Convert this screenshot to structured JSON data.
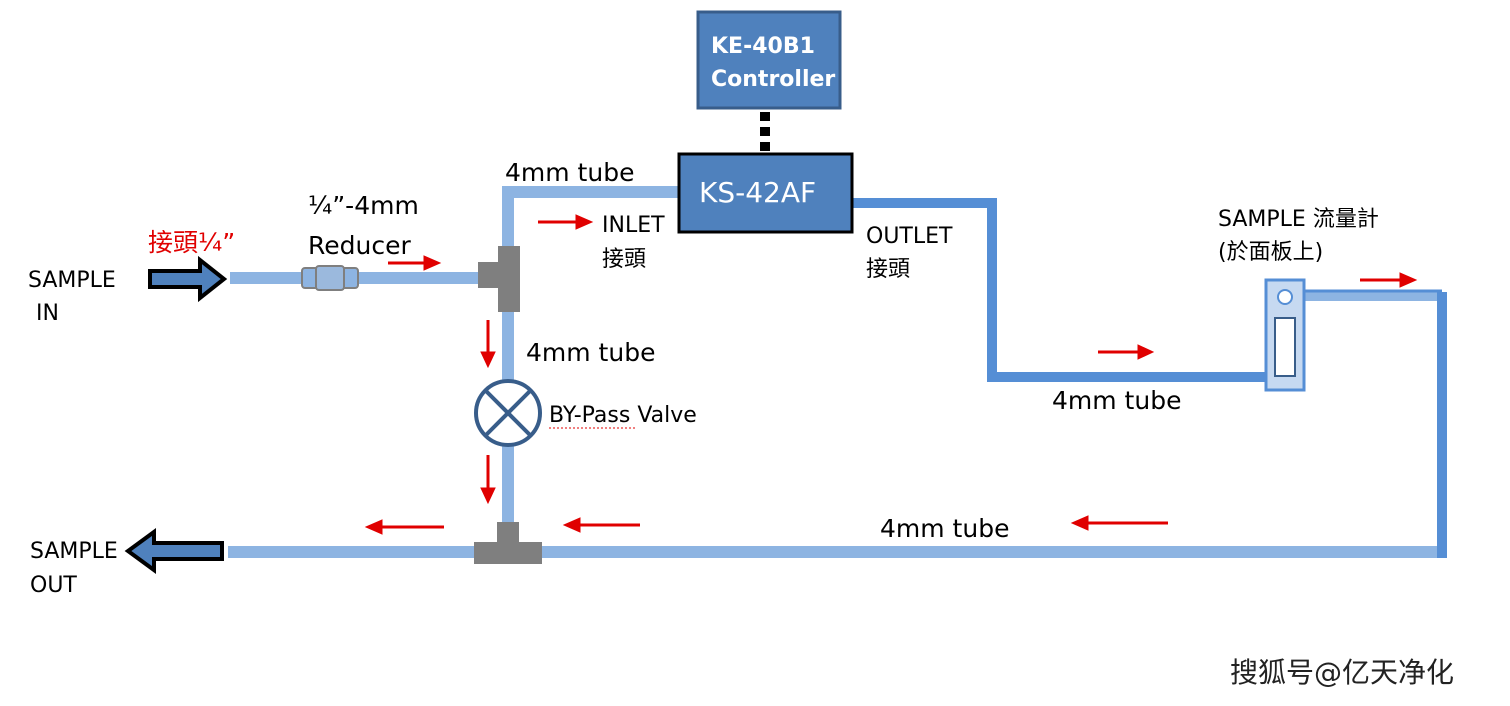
{
  "controller": {
    "line1": "KE-40B1",
    "line2": "Controller"
  },
  "analyzer": {
    "label": "KS-42AF"
  },
  "labels": {
    "sample_in_1": "SAMPLE",
    "sample_in_2": "IN",
    "fitting_quarter": "接頭¼”",
    "reducer_1": "¼”-4mm",
    "reducer_2": "Reducer",
    "tube_top": "4mm tube",
    "inlet_1": "INLET",
    "inlet_2": "接頭",
    "outlet_1": "OUTLET",
    "outlet_2": "接頭",
    "tube_bypass": "4mm tube",
    "bypass_valve": "BY-Pass Valve",
    "tube_outlet": "4mm tube",
    "flowmeter_1": "SAMPLE 流量計",
    "flowmeter_2": "(於面板上)",
    "tube_return": "4mm tube",
    "sample_out_1": "SAMPLE",
    "sample_out_2": "OUT"
  },
  "watermark": "搜狐号@亿天净化",
  "colors": {
    "tube_light": "#8db4e2",
    "tube_dark": "#558ed5",
    "box_fill": "#4f81bd",
    "box_stroke": "#385d8a",
    "fitting": "#7f7f7f",
    "flow_arrow": "#e00000",
    "io_arrow": "#4f81bd"
  }
}
